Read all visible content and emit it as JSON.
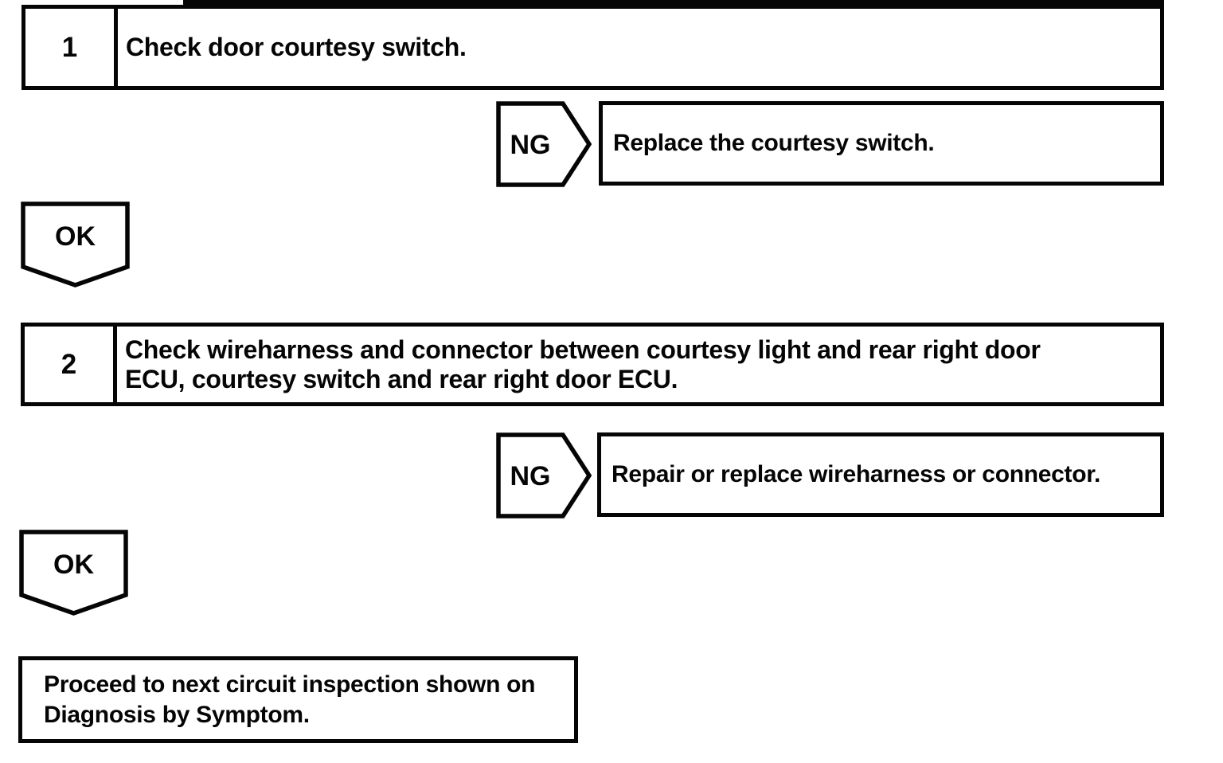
{
  "flowchart": {
    "steps": [
      {
        "number": "1",
        "instruction": "Check door courtesy switch.",
        "ng_label": "NG",
        "ng_result": "Replace the courtesy switch.",
        "ok_label": "OK"
      },
      {
        "number": "2",
        "instruction": "Check wireharness and connector between courtesy light and rear right door\nECU, courtesy switch and rear right door ECU.",
        "ng_label": "NG",
        "ng_result": "Repair or replace wireharness or connector.",
        "ok_label": "OK"
      }
    ],
    "final": {
      "text": "Proceed to next circuit inspection shown on\nDiagnosis by Symptom."
    },
    "colors": {
      "line": "#050505",
      "background": "#ffffff"
    }
  }
}
